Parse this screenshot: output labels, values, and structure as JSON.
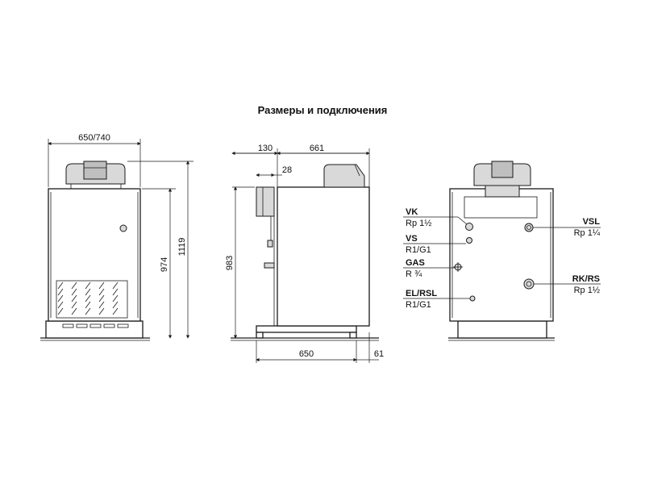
{
  "title": "Размеры и подключения",
  "front_view": {
    "width_label": "650/740",
    "height_body": "974",
    "height_total": "1119"
  },
  "side_view": {
    "top_left": "130",
    "top_right": "661",
    "offset": "28",
    "height": "983",
    "depth": "650",
    "foot": "61"
  },
  "back_view": {
    "connections": [
      {
        "code": "VK",
        "thread": "Rp 1½"
      },
      {
        "code": "VS",
        "thread": "R1/G1"
      },
      {
        "code": "GAS",
        "thread": "R ¾"
      },
      {
        "code": "EL/RSL",
        "thread": "R1/G1"
      },
      {
        "code": "VSL",
        "thread": "Rp 1¼"
      },
      {
        "code": "RK/RS",
        "thread": "Rp 1½"
      }
    ]
  },
  "colors": {
    "line": "#1a1a1a",
    "fill": "#d9d9d9"
  }
}
